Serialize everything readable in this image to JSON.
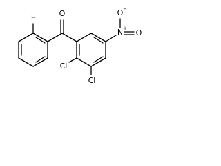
{
  "molecule": {
    "atoms": {
      "carbonyl_oxygen": "O",
      "fluorine": "F",
      "nitro_nitrogen": "N",
      "nitro_nitrogen_charge": "+",
      "nitro_oxygen_top": "O",
      "nitro_oxygen_top_charge": "−",
      "nitro_oxygen_right": "O",
      "chlorine_ortho": "Cl",
      "chlorine_meta": "Cl"
    }
  }
}
